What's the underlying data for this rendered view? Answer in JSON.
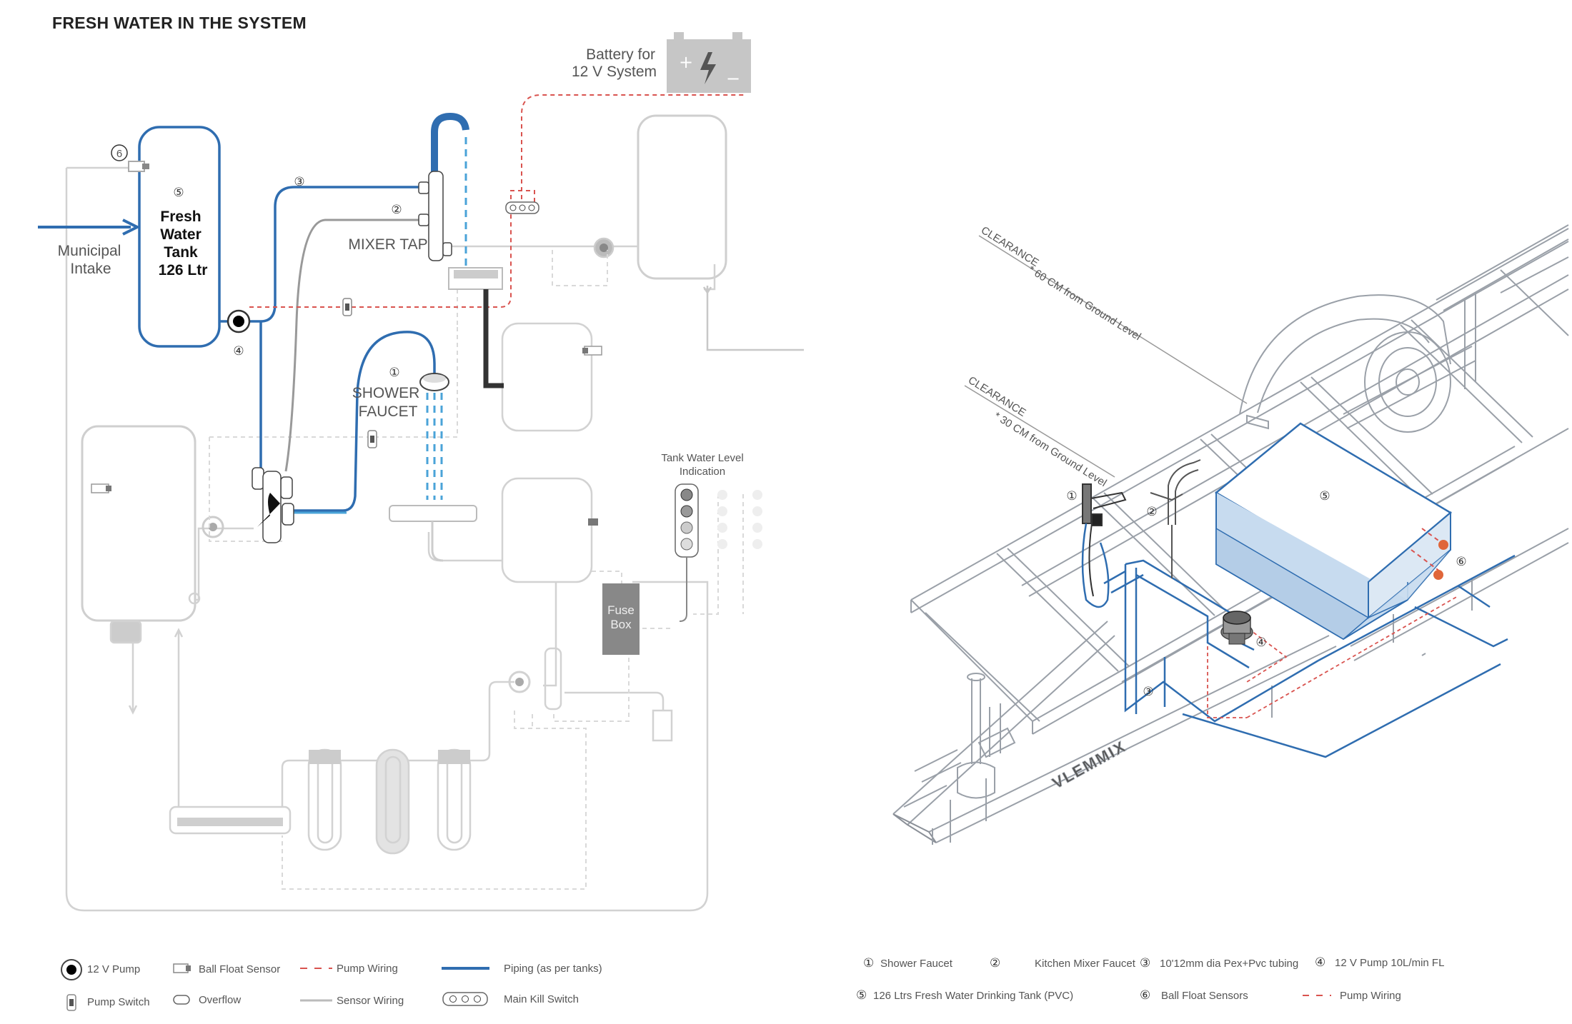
{
  "title": "FRESH WATER IN THE SYSTEM",
  "labels": {
    "battery_line1": "Battery for",
    "battery_line2": "12 V System",
    "municipal_line1": "Municipal",
    "municipal_line2": "Intake",
    "tank_line1": "Fresh",
    "tank_line2": "Water",
    "tank_line3": "Tank",
    "tank_line4": "126 Ltr",
    "mixer_tap": "MIXER TAP",
    "shower_line1": "SHOWER",
    "shower_line2": "FAUCET",
    "tank_level_line1": "Tank Water Level",
    "tank_level_line2": "Indication",
    "fuse_line1": "Fuse",
    "fuse_line2": "Box",
    "clearance1": "CLEARANCE",
    "clearance1_sub": "* 60 CM from Ground Level",
    "clearance2": "CLEARANCE",
    "clearance2_sub": "* 30 CM from Ground Level",
    "brand": "VLEMMIX"
  },
  "markers": {
    "n1": "①",
    "n2": "②",
    "n3": "③",
    "n4": "④",
    "n5": "⑤",
    "n6": "⑥"
  },
  "legend_left": {
    "pump": "12 V Pump",
    "ball_float": "Ball Float Sensor",
    "pump_wiring": "Pump Wiring",
    "piping": "Piping (as per tanks)",
    "pump_switch": "Pump Switch",
    "overflow": "Overflow",
    "sensor_wiring": "Sensor Wiring",
    "kill_switch": "Main Kill Switch"
  },
  "legend_right": {
    "item1": "Shower Faucet",
    "item2": "Kitchen Mixer  Faucet",
    "item3": "10'12mm dia Pex+Pvc tubing",
    "item4": "12 V Pump 10L/min FL",
    "item5": "126 Ltrs Fresh Water Drinking Tank (PVC)",
    "item6": "Ball Float Sensors",
    "item7": "Pump Wiring"
  },
  "colors": {
    "pipe_blue": "#2f6db0",
    "light_blue": "#4aa3d8",
    "wiring_red": "#d9534f",
    "grey": "#bbbbbb",
    "dark": "#222222",
    "tank_fill": "#c7dbef",
    "sensor_dot": "#e0663a"
  }
}
